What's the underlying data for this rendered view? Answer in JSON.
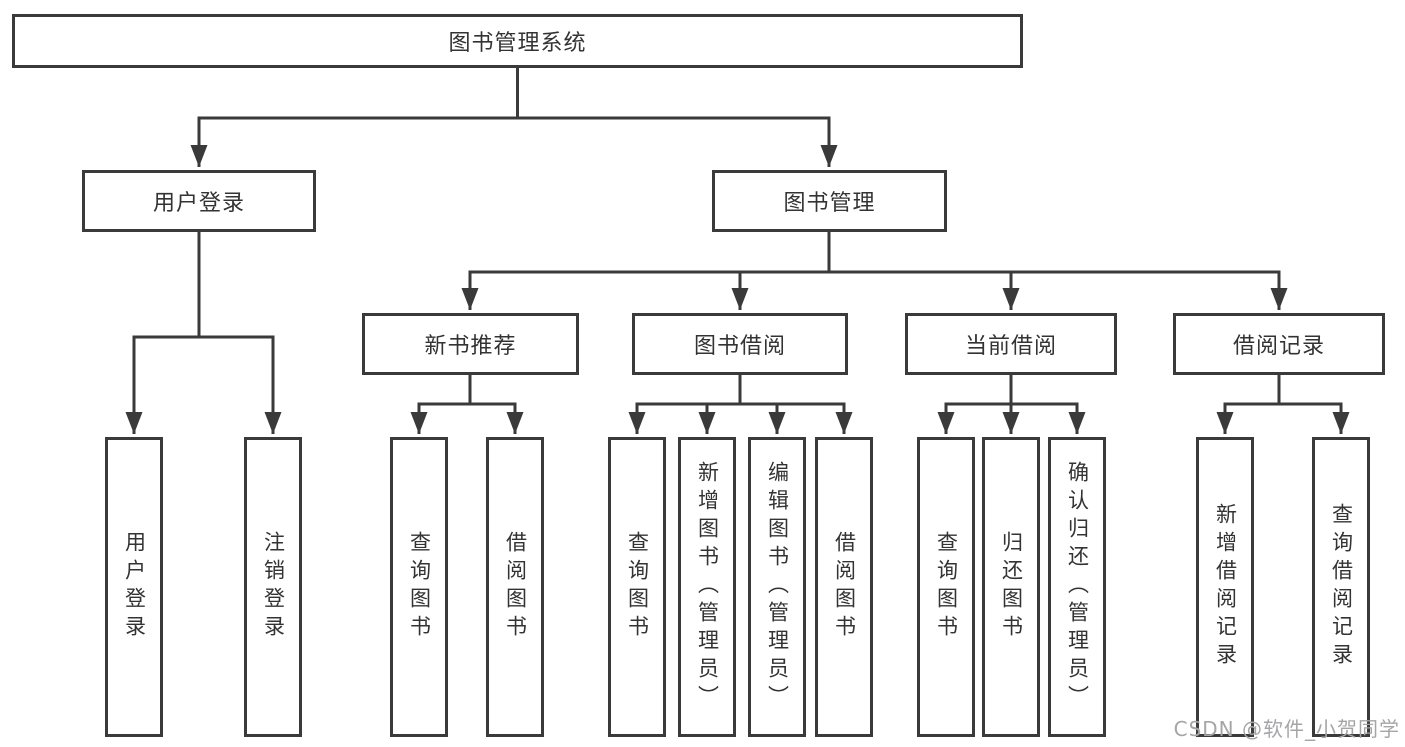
{
  "diagram_type": "tree",
  "colors": {
    "line": "#3a3a3a",
    "box_border": "#3a3a3a",
    "text": "#333333",
    "background": "#ffffff",
    "watermark": "#a5a5a7"
  },
  "tree": {
    "root": {
      "label": "图书管理系统",
      "children": [
        {
          "label": "用户登录",
          "children": [
            {
              "label": "用户登录"
            },
            {
              "label": "注销登录"
            }
          ]
        },
        {
          "label": "图书管理",
          "children": [
            {
              "label": "新书推荐",
              "children": [
                {
                  "label": "查询图书"
                },
                {
                  "label": "借阅图书"
                }
              ]
            },
            {
              "label": "图书借阅",
              "children": [
                {
                  "label": "查询图书"
                },
                {
                  "label": "新增图书（管理员）"
                },
                {
                  "label": "编辑图书（管理员）"
                },
                {
                  "label": "借阅图书"
                }
              ]
            },
            {
              "label": "当前借阅",
              "children": [
                {
                  "label": "查询图书"
                },
                {
                  "label": "归还图书"
                },
                {
                  "label": "确认归还（管理员）"
                }
              ]
            },
            {
              "label": "借阅记录",
              "children": [
                {
                  "label": "新增借阅记录"
                },
                {
                  "label": "查询借阅记录"
                }
              ]
            }
          ]
        }
      ]
    }
  },
  "watermark": {
    "text": "CSDN @软件_小贺同学"
  }
}
